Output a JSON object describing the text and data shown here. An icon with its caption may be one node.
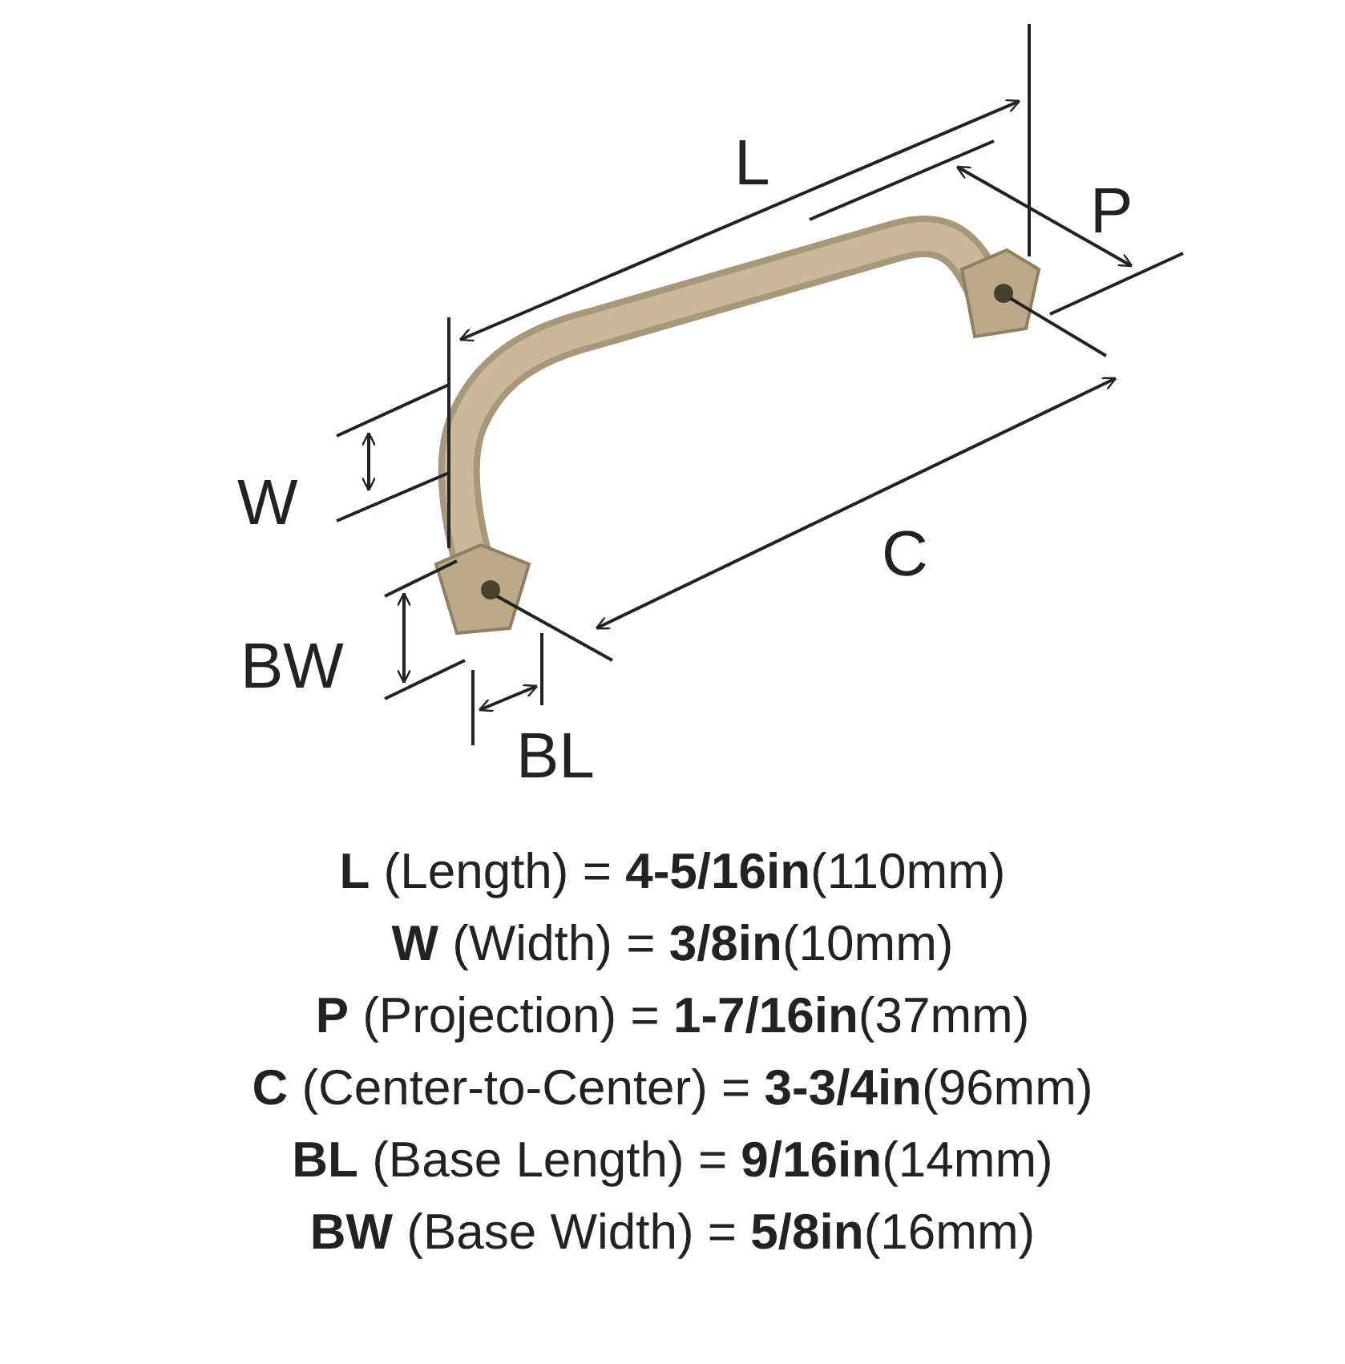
{
  "diagram": {
    "labels": [
      "L",
      "P",
      "W",
      "C",
      "BW",
      "BL",
      "**L** (Length) = **4-5/16in**(110mm)",
      "**W** (Width) = **3/8in**(10mm)",
      "**P** (Projection) = **1-7/16in**(37mm)",
      "**C** (Center-to-Center) = **3-3/4in**(96mm)",
      "**BL** (Base Length) = **9/16in**(14mm)",
      "**BW** (Base Width) = **5/8in**(16mm)"
    ]
  }
}
